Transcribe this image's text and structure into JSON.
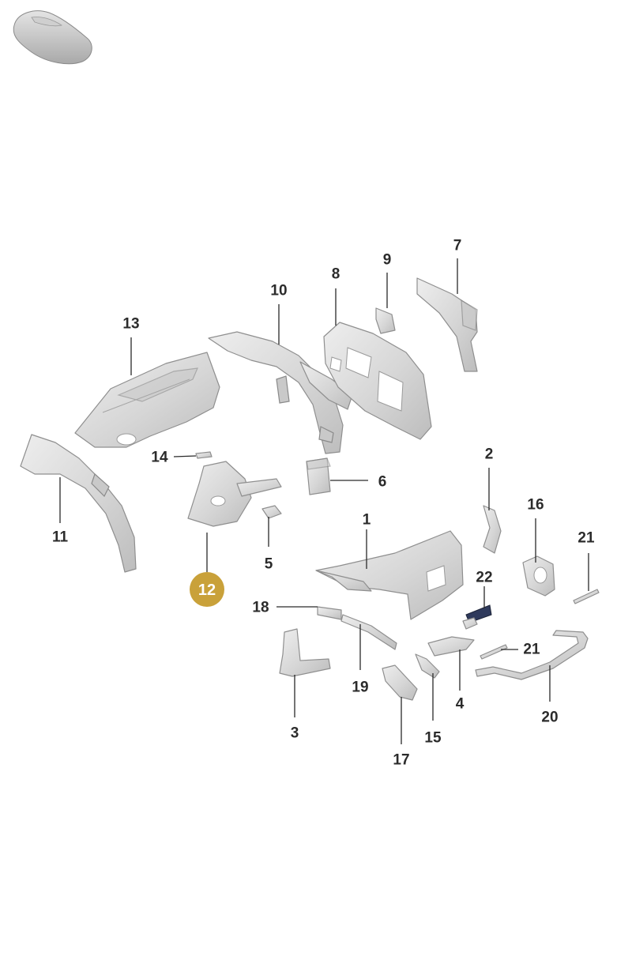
{
  "thumbnail": {
    "icon": "car-silhouette-icon"
  },
  "highlight": {
    "label": "12",
    "color": "#C9A13A"
  },
  "callouts": {
    "c1": "1",
    "c2": "2",
    "c3": "3",
    "c4": "4",
    "c5": "5",
    "c6": "6",
    "c7": "7",
    "c8": "8",
    "c9": "9",
    "c10": "10",
    "c11": "11",
    "c13": "13",
    "c14": "14",
    "c15": "15",
    "c16": "16",
    "c17": "17",
    "c18": "18",
    "c19": "19",
    "c20": "20",
    "c21a": "21",
    "c21b": "21",
    "c22": "22"
  },
  "colors": {
    "part_fill": "#DCDCDC",
    "part_stroke": "#8F8F8F",
    "label": "#2B2B2B",
    "part22_accent": "#2F3A5C"
  }
}
